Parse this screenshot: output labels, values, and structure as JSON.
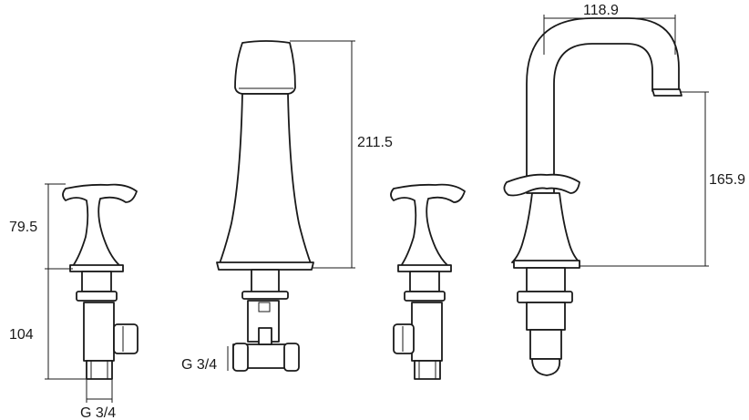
{
  "dimensions": {
    "spout_reach": "118.9",
    "spout_body_height": "211.5",
    "spout_outlet_height": "165.9",
    "handle_height": "79.5",
    "valve_length": "104",
    "thread_left": "G 3/4",
    "thread_spout": "G 3/4"
  }
}
